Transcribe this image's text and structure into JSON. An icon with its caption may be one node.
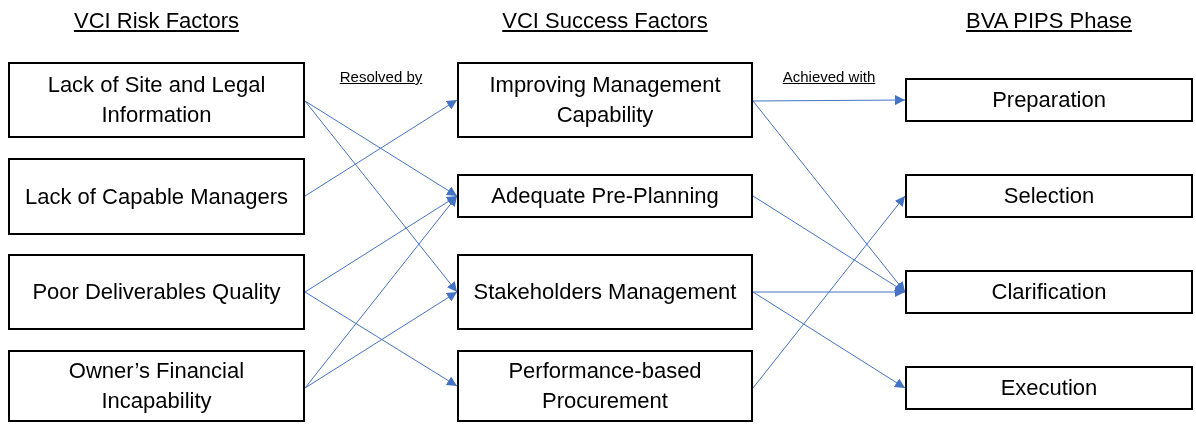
{
  "diagram": {
    "nodes": [
      {
        "text": [
          "Lack of Site and Legal Information"
        ]
      },
      {
        "text": [
          "Lack of Capable Managers"
        ]
      },
      {
        "text": [
          "Poor Deliverables Quality"
        ]
      },
      {
        "text": [
          "Owner’s Financial Incapability"
        ]
      },
      {
        "text": [
          "Improving Management Capability"
        ]
      },
      {
        "text": [
          "Adequate Pre-Planning"
        ]
      },
      {
        "text": [
          "Stakeholders Management"
        ]
      },
      {
        "text": [
          "Performance-based Procurement"
        ]
      },
      {
        "text": [
          "Preparation"
        ]
      },
      {
        "text": [
          "Selection"
        ]
      },
      {
        "text": [
          "Clarification"
        ]
      },
      {
        "text": [
          "Execution"
        ]
      }
    ],
    "edges": [
      {
        "from": 0,
        "to": 5,
        "arrow": "to"
      },
      {
        "from": 0,
        "to": 6,
        "arrow": "to"
      },
      {
        "from": 1,
        "to": 4,
        "arrow": "to"
      },
      {
        "from": 2,
        "to": 5,
        "arrow": "to"
      },
      {
        "from": 2,
        "to": 7,
        "arrow": "to"
      },
      {
        "from": 3,
        "to": 5,
        "arrow": "to"
      },
      {
        "from": 3,
        "to": 6,
        "arrow": "to"
      },
      {
        "from": 4,
        "to": 8,
        "arrow": "to"
      },
      {
        "from": 4,
        "to": 10,
        "arrow": "to"
      },
      {
        "from": 5,
        "to": 10,
        "arrow": "to"
      },
      {
        "from": 6,
        "to": 10,
        "arrow": "to"
      },
      {
        "from": 6,
        "to": 11,
        "arrow": "to"
      },
      {
        "from": 7,
        "to": 9,
        "arrow": "to"
      }
    ],
    "labels": [
      "VCI Risk Factors",
      "VCI Success Factors",
      "BVA PIPS Phase",
      "Resolved by",
      "Achieved with"
    ]
  }
}
